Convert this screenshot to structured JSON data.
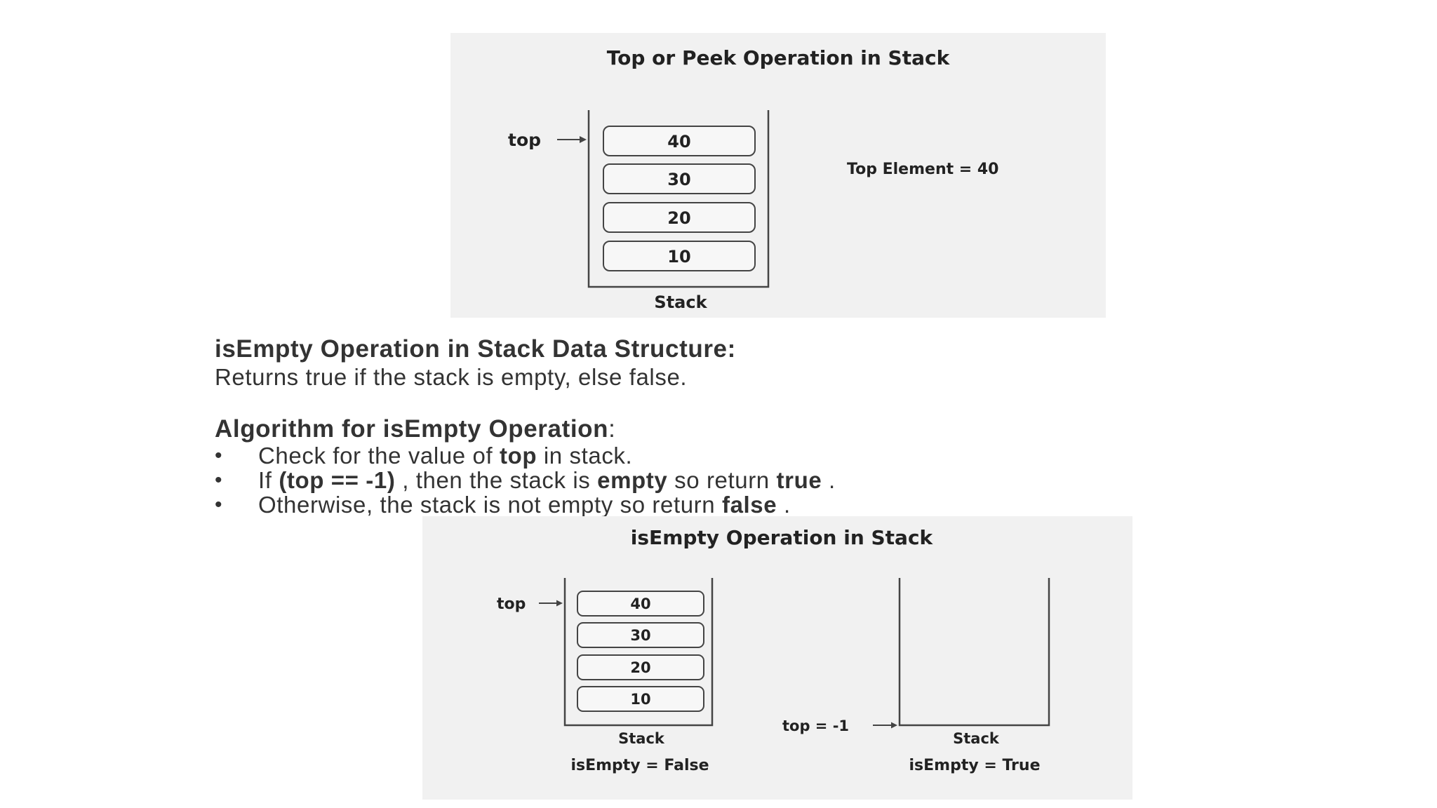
{
  "figure_top": {
    "title": "Top or Peek Operation in Stack",
    "pointer_label": "top",
    "stack_values": [
      "40",
      "30",
      "20",
      "10"
    ],
    "stack_label": "Stack",
    "result_label": "Top Element = 40"
  },
  "section": {
    "heading": "isEmpty Operation in Stack Data Structure:",
    "description": "Returns true if the stack is empty, else false."
  },
  "algorithm": {
    "heading_bold": "Algorithm for isEmpty Operation",
    "heading_suffix": ":",
    "bullet": "•",
    "steps": [
      {
        "t1": "Check for the value of ",
        "b1": "top",
        "t2": " in stack.",
        "b2": "",
        "t3": ""
      },
      {
        "t1": "If ",
        "b1": "(top == -1)",
        "t2": " , then the stack is ",
        "b2": "empty",
        "t3": " so return ",
        "b3": "true",
        "t4": " ."
      },
      {
        "t1": "Otherwise, the stack is not empty so return ",
        "b1": "false",
        "t2": " .",
        "b2": "",
        "t3": ""
      }
    ]
  },
  "figure_bottom": {
    "title": "isEmpty Operation in Stack",
    "left": {
      "pointer_label": "top",
      "stack_values": [
        "40",
        "30",
        "20",
        "10"
      ],
      "stack_label": "Stack",
      "result_label": "isEmpty = False"
    },
    "right": {
      "pointer_label": "top = -1",
      "stack_label": "Stack",
      "result_label": "isEmpty = True"
    }
  },
  "colors": {
    "figure_background": "#f1f1f1",
    "stroke": "#444444",
    "text": "#333333"
  }
}
